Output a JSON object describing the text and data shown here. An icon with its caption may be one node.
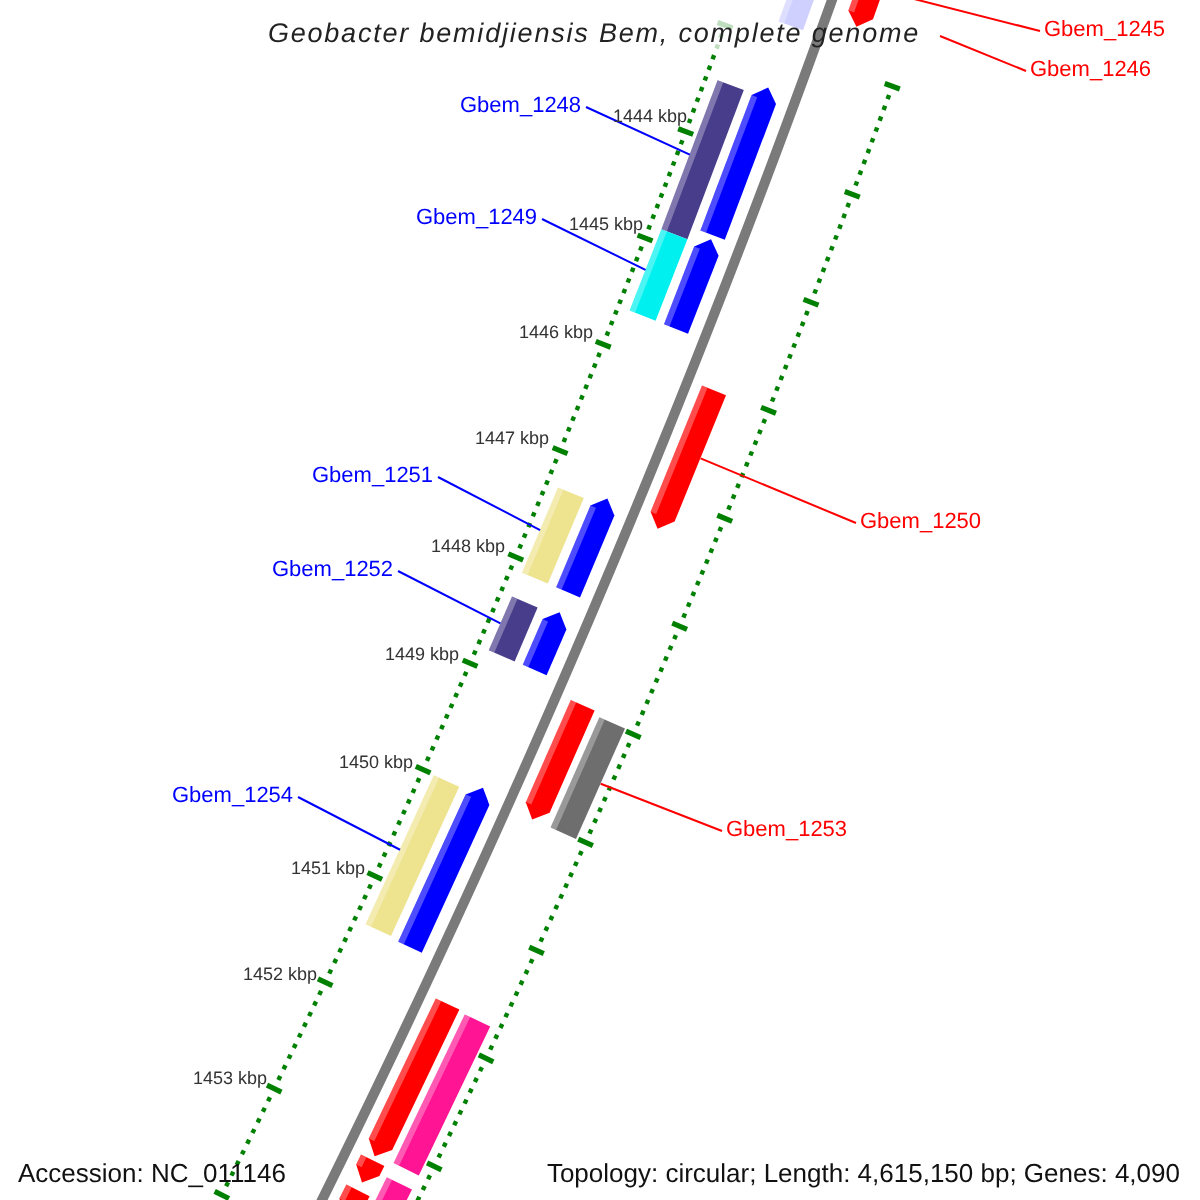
{
  "diagram": {
    "title": "Geobacter bemidjiensis Bem, complete genome",
    "nodes": [
      {
        "text": [
          "Gbem_1245"
        ]
      },
      {
        "text": [],
        "shape": "pentagon"
      },
      {
        "text": [],
        "shape": "pentagon"
      },
      {
        "text": [
          "Gbem_1246"
        ]
      },
      {
        "text": [
          "Gbem_1248"
        ]
      },
      {
        "text": [],
        "shape": "bar"
      },
      {
        "text": [],
        "shape": "pentagon"
      },
      {
        "text": [
          "Gbem_1249"
        ]
      },
      {
        "text": [],
        "shape": "bar"
      },
      {
        "text": [],
        "shape": "pentagon"
      },
      {
        "text": [],
        "shape": "pentagon"
      },
      {
        "text": [
          "Gbem_1251"
        ]
      },
      {
        "text": [],
        "shape": "bar"
      },
      {
        "text": [],
        "shape": "pentagon"
      },
      {
        "text": [
          "Gbem_1250"
        ]
      },
      {
        "text": [
          "Gbem_1252"
        ]
      },
      {
        "text": [],
        "shape": "bar"
      },
      {
        "text": [],
        "shape": "pentagon"
      },
      {
        "text": [],
        "shape": "pentagon"
      },
      {
        "text": [],
        "shape": "bar"
      },
      {
        "text": [
          "Gbem_1254"
        ]
      },
      {
        "text": [],
        "shape": "bar"
      },
      {
        "text": [],
        "shape": "pentagon"
      },
      {
        "text": [
          "Gbem_1253"
        ]
      },
      {
        "text": [],
        "shape": "pentagon"
      },
      {
        "text": [],
        "shape": "bar"
      },
      {
        "text": [],
        "shape": "pentagon"
      },
      {
        "text": [],
        "shape": "bar"
      },
      {
        "text": [],
        "shape": "pentagon"
      }
    ],
    "edges": [
      {
        "from": 0,
        "to": 2,
        "arrow": "none",
        "color": "#ff0000"
      },
      {
        "from": 3,
        "to": null,
        "arrow": "none",
        "color": "#ff0000"
      },
      {
        "from": 4,
        "to": 5,
        "arrow": "none"
      },
      {
        "from": 7,
        "to": 8,
        "arrow": "none"
      },
      {
        "from": 11,
        "to": 12,
        "arrow": "none"
      },
      {
        "from": 14,
        "to": 10,
        "arrow": "none",
        "color": "#ff0000"
      },
      {
        "from": 15,
        "to": 16,
        "arrow": "none"
      },
      {
        "from": 20,
        "to": 21,
        "arrow": "none"
      },
      {
        "from": 23,
        "to": 19,
        "arrow": "none",
        "color": "#ff0000"
      }
    ],
    "labels": [
      "1444 kbp",
      "1445 kbp",
      "1446 kbp",
      "1447 kbp",
      "1448 kbp",
      "1449 kbp",
      "1450 kbp",
      "1451 kbp",
      "1452 kbp",
      "1453 kbp",
      "Accession: NC_011146",
      "Topology: circular; Length: 4,615,150 bp; Genes: 4,090"
    ]
  }
}
